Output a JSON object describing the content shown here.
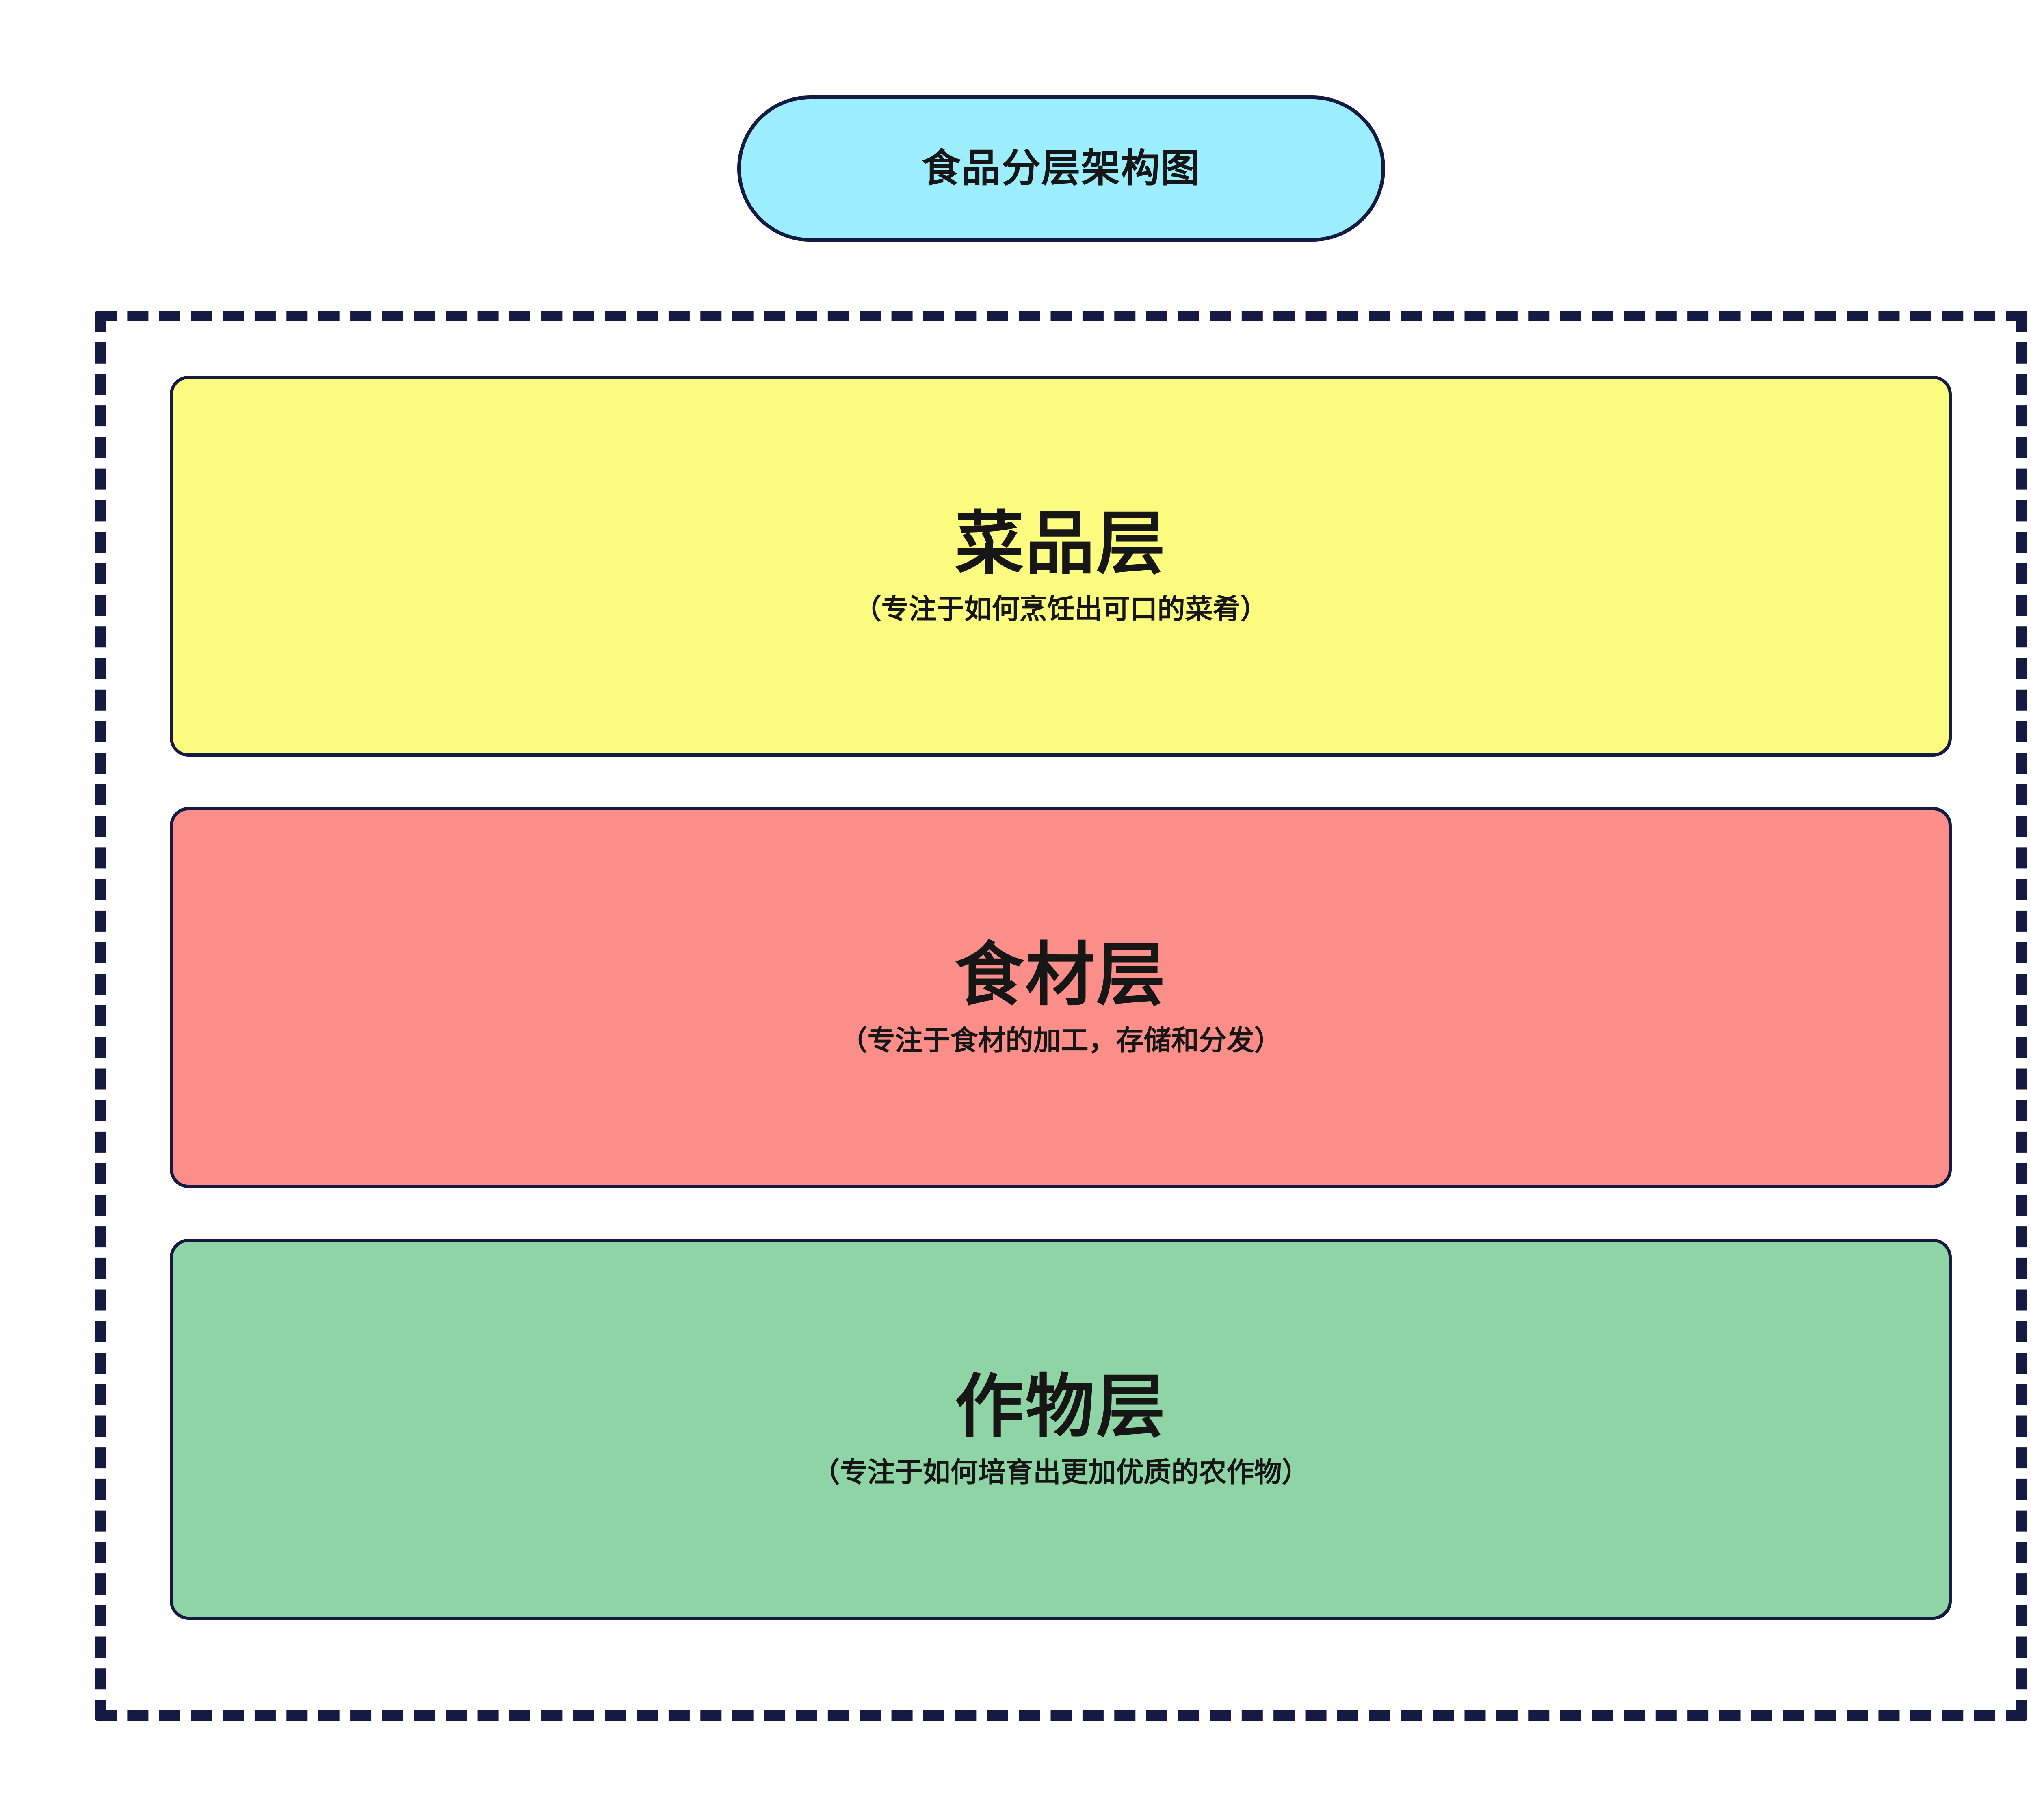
{
  "diagram": {
    "title": "食品分层架构图",
    "colors": {
      "title_fill": "#9CEDFE",
      "stroke": "#141A42",
      "text": "#161616",
      "layer1_fill": "#FBFB80",
      "layer2_fill": "#FB8E88",
      "layer3_fill": "#8FD4A5",
      "background": "#FFFFFF"
    },
    "layers": [
      {
        "name": "菜品层",
        "description": "（专注于如何烹饪出可口的菜肴）",
        "fill": "#FBFB80"
      },
      {
        "name": "食材层",
        "description": "（专注于食材的加工，存储和分发）",
        "fill": "#FB8E88"
      },
      {
        "name": "作物层",
        "description": "（专注于如何培育出更加优质的农作物）",
        "fill": "#8FD4A5"
      }
    ]
  }
}
